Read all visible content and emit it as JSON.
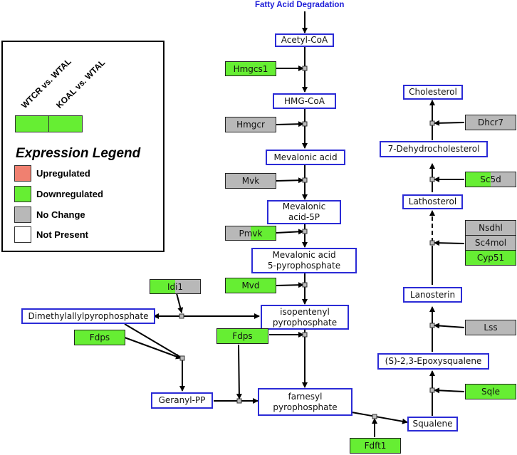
{
  "diagram": {
    "title": "Fatty Acid Degradation",
    "metabolites": {
      "acetyl_coa": "Acetyl-CoA",
      "hmg_coa": "HMG-CoA",
      "mevalonic_acid": "Mevalonic acid",
      "mevalonic_acid_5p": "Mevalonic\nacid-5P",
      "mevalonic_acid_5pp": "Mevalonic acid\n5-pyrophosphate",
      "isopentenyl_pp": "isopentenyl\npyrophosphate",
      "dimethylallyl_pp": "Dimethylallylpyrophosphate",
      "geranyl_pp": "Geranyl-PP",
      "farnesyl_pp": "farnesyl\npyrophosphate",
      "squalene": "Squalene",
      "epoxysqualene": "(S)-2,3-Epoxysqualene",
      "lanosterin": "Lanosterin",
      "lathosterol": "Lathosterol",
      "dehydrocholesterol": "7-Dehydrocholesterol",
      "cholesterol": "Cholesterol"
    },
    "genes": {
      "hmgcs1": "Hmgcs1",
      "hmgcr": "Hmgcr",
      "mvk": "Mvk",
      "pmvk": "Pmvk",
      "mvd": "Mvd",
      "idi1": "Idi1",
      "fdps_left": "Fdps",
      "fdps_mid": "Fdps",
      "fdft1": "Fdft1",
      "sqle": "Sqle",
      "lss": "Lss",
      "nsdhl": "Nsdhl",
      "sc4mol": "Sc4mol",
      "cyp51": "Cyp51",
      "sc5d": "Sc5d",
      "dhcr7": "Dhcr7"
    },
    "gene_status": {
      "hmgcs1": [
        "down",
        "down"
      ],
      "hmgcr": [
        "nochange",
        "nochange"
      ],
      "mvk": [
        "nochange",
        "nochange"
      ],
      "pmvk": [
        "nochange",
        "down"
      ],
      "mvd": [
        "down",
        "down"
      ],
      "idi1": [
        "down",
        "nochange"
      ],
      "fdps_left": [
        "down",
        "down"
      ],
      "fdps_mid": [
        "down",
        "down"
      ],
      "fdft1": [
        "down",
        "down"
      ],
      "sqle": [
        "down",
        "down"
      ],
      "lss": [
        "nochange",
        "nochange"
      ],
      "nsdhl": [
        "nochange",
        "nochange"
      ],
      "sc4mol": [
        "nochange",
        "nochange"
      ],
      "cyp51": [
        "down",
        "down"
      ],
      "sc5d": [
        "down",
        "nochange"
      ],
      "dhcr7": [
        "nochange",
        "nochange"
      ]
    }
  },
  "legend": {
    "columns": [
      "WTCR vs. WTAL",
      "KOAL vs. WTAL"
    ],
    "title": "Expression Legend",
    "items": [
      {
        "label": "Upregulated",
        "color": "#f08070"
      },
      {
        "label": "Downregulated",
        "color": "#66ee33"
      },
      {
        "label": "No Change",
        "color": "#b8b8b8"
      },
      {
        "label": "Not Present",
        "color": "#ffffff"
      }
    ]
  },
  "colors": {
    "down": "#66ee33",
    "nochange": "#b8b8b8",
    "up": "#f08070",
    "metabolite_border": "#2b2bd6",
    "title": "#1a1ad8"
  }
}
